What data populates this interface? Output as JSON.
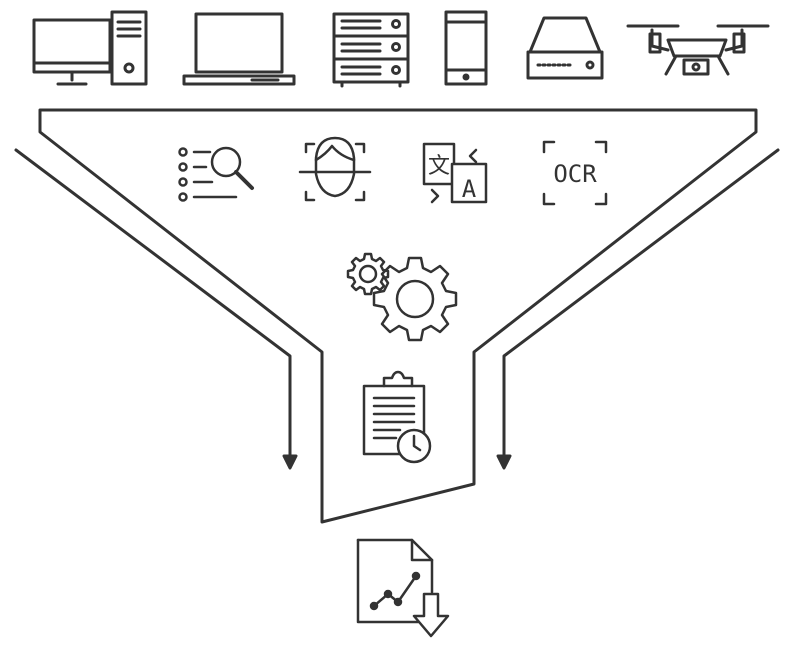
{
  "colors": {
    "stroke": "#333333",
    "background": "#ffffff"
  },
  "devices": [
    {
      "name": "desktop-computer-icon"
    },
    {
      "name": "laptop-icon"
    },
    {
      "name": "server-rack-icon"
    },
    {
      "name": "smartphone-icon"
    },
    {
      "name": "network-storage-icon"
    },
    {
      "name": "drone-icon"
    }
  ],
  "processing": {
    "tools": [
      {
        "name": "list-search-icon"
      },
      {
        "name": "face-recognition-icon"
      },
      {
        "name": "translation-icon",
        "glyph_source": "文",
        "glyph_target": "A"
      },
      {
        "name": "ocr-icon",
        "label": "OCR"
      }
    ],
    "engine": {
      "name": "gears-icon"
    },
    "report": {
      "name": "clipboard-timed-report-icon"
    }
  },
  "output": {
    "name": "chart-download-document-icon"
  }
}
